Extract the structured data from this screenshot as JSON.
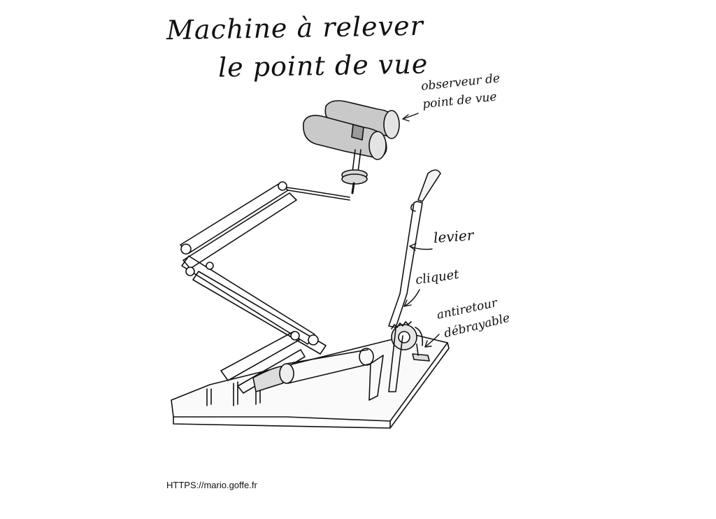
{
  "title": {
    "line1": "Machine à relever",
    "line2": "le point de vue"
  },
  "labels": {
    "observer_line1": "observeur de",
    "observer_line2": "point de vue",
    "lever": "levier",
    "ratchet": "cliquet",
    "antireturn_line1": "antiretour",
    "antireturn_line2": "débrayable"
  },
  "footer": {
    "url": "HTTPS://mario.goffe.fr"
  },
  "colors": {
    "ink": "#111111",
    "binocular_fill": "#c9c9c9",
    "background": "#ffffff"
  }
}
